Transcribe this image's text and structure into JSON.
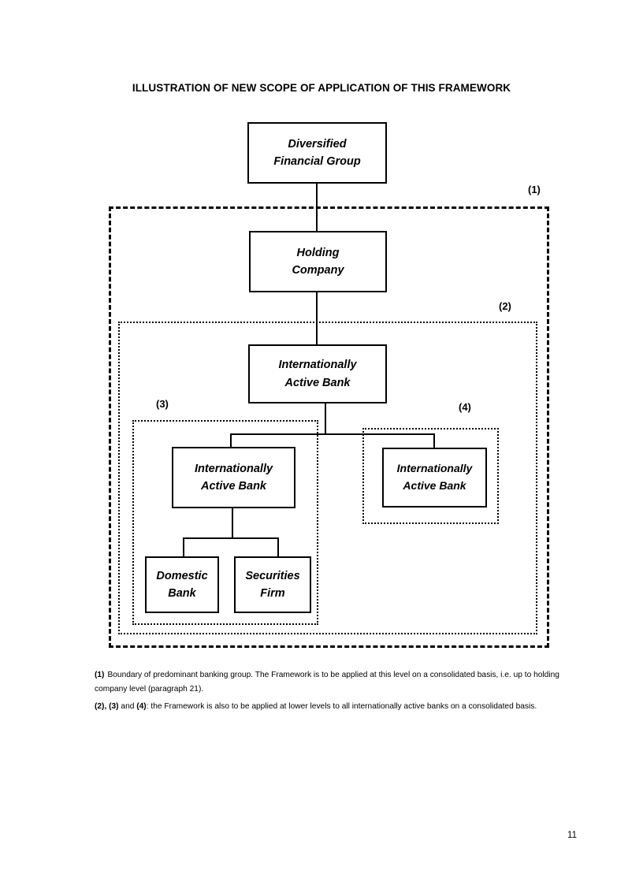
{
  "document": {
    "title": "ILLUSTRATION OF NEW SCOPE OF APPLICATION OF THIS FRAMEWORK",
    "page_number": "11"
  },
  "diagram": {
    "nodes": {
      "diversified_financial_group": {
        "line1": "Diversified",
        "line2": "Financial Group"
      },
      "holding_company": {
        "line1": "Holding",
        "line2": "Company"
      },
      "internationally_active_bank_top": {
        "line1": "Internationally",
        "line2": "Active Bank"
      },
      "internationally_active_bank_left": {
        "line1": "Internationally",
        "line2": "Active Bank"
      },
      "internationally_active_bank_right": {
        "line1": "Internationally",
        "line2": "Active Bank"
      },
      "domestic_bank": {
        "line1": "Domestic",
        "line2": "Bank"
      },
      "securities_firm": {
        "line1": "Securities",
        "line2": "Firm"
      }
    },
    "boundaries": {
      "boundary_1": {
        "label": "(1)",
        "style": "dashed"
      },
      "boundary_2": {
        "label": "(2)",
        "style": "dotted"
      },
      "boundary_3": {
        "label": "(3)",
        "style": "dotted"
      },
      "boundary_4": {
        "label": "(4)",
        "style": "dotted"
      }
    }
  },
  "footnotes": {
    "note_1": {
      "marker": "(1)",
      "text": "Boundary of predominant banking group. The Framework is to be applied at this level on a consolidated basis, i.e. up to holding company level   (paragraph 21)."
    },
    "note_2": {
      "marker_a": "(2),",
      "marker_b": "(3)",
      "conjunction": " and ",
      "marker_c": "(4)",
      "text": ":  the Framework is also to be applied at lower levels to all internationally active banks on a consolidated basis."
    }
  }
}
